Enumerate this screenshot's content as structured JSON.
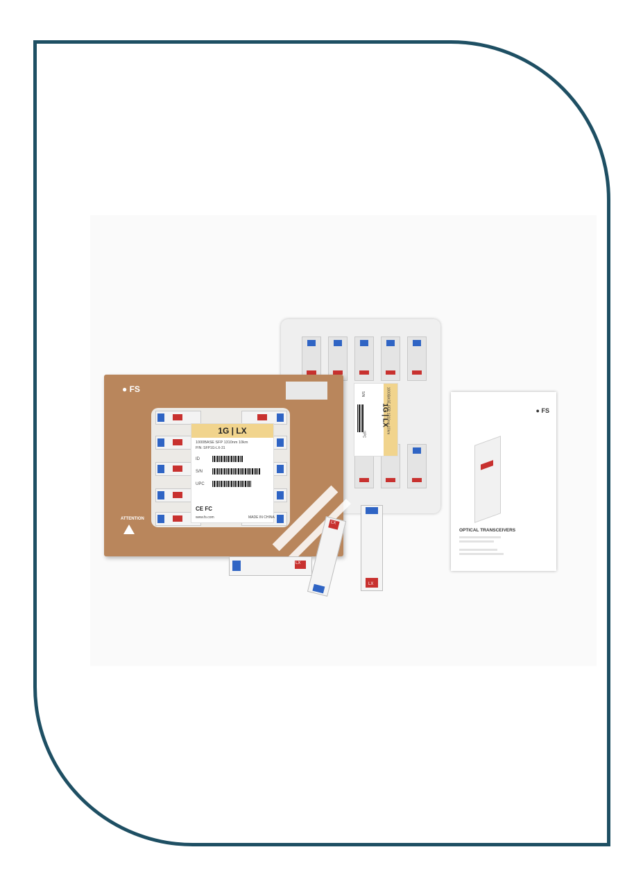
{
  "box": {
    "logo": "FS",
    "label_title_left": "1G",
    "label_title_right": "LX",
    "label_desc": "1000BASE SFP 1310nm 10km",
    "label_pn": "P/N: SFP1G-LX-31",
    "label_id": "ID",
    "label_sn": "S/N",
    "label_upc": "UPC",
    "label_ce": "CE FC",
    "label_web": "www.fs.com",
    "label_made": "MADE IN CHINA",
    "attention": "ATTENTION"
  },
  "tray": {
    "label_title_left": "1G",
    "label_title_right": "LX",
    "label_desc": "1000BASE SFP 1310nm 10km",
    "label_sn": "S/N",
    "label_upc": "UPC"
  },
  "booklet": {
    "logo": "FS",
    "title": "OPTICAL TRANSCEIVERS"
  },
  "modules": {
    "tag": "LX"
  },
  "colors": {
    "frame": "#1e4f63",
    "kraft": "#b9865c",
    "label_band": "#f1d48d",
    "latch_blue": "#2f64c4",
    "tag_red": "#c8312f"
  }
}
